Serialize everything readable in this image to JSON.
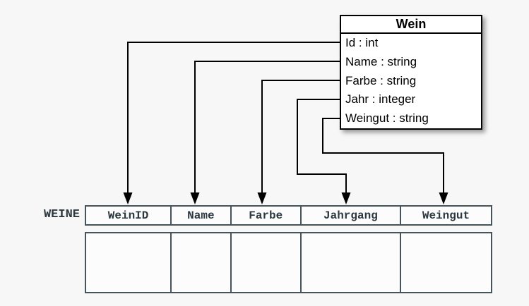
{
  "diagram": {
    "class_box": {
      "title": "Wein",
      "attributes": [
        "Id : int",
        "Name : string",
        "Farbe : string",
        "Jahr : integer",
        "Weingut : string"
      ]
    },
    "table": {
      "label": "WEINE",
      "columns": [
        "WeinID",
        "Name",
        "Farbe",
        "Jahrgang",
        "Weingut"
      ],
      "empty_row_count": 1
    },
    "colors": {
      "background": "#f7f7f7",
      "connector": "#000000",
      "box_border": "#000000",
      "box_background": "#ffffff",
      "table_border": "#47535a",
      "table_text": "#2c3940",
      "table_cell_background": "#fcfcfc"
    }
  }
}
